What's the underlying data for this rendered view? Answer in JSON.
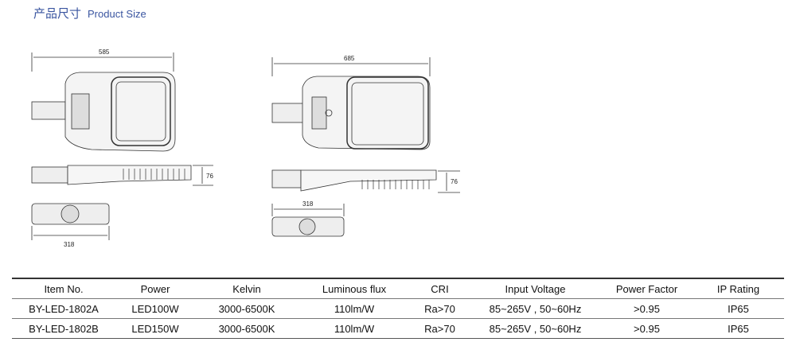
{
  "header": {
    "title_zh": "产品尺寸",
    "title_en": "Product Size"
  },
  "drawings": {
    "model_a": {
      "length": "585",
      "height": "76",
      "width": "318"
    },
    "model_b": {
      "length": "685",
      "height": "76",
      "width": "318"
    }
  },
  "table": {
    "headers": [
      "Item No.",
      "Power",
      "Kelvin",
      "Luminous flux",
      "CRI",
      "Input Voltage",
      "Power Factor",
      "IP Rating"
    ],
    "rows": [
      [
        "BY-LED-1802A",
        "LED100W",
        "3000-6500K",
        "110lm/W",
        "Ra>70",
        "85~265V , 50~60Hz",
        ">0.95",
        "IP65"
      ],
      [
        "BY-LED-1802B",
        "LED150W",
        "3000-6500K",
        "110lm/W",
        "Ra>70",
        "85~265V , 50~60Hz",
        ">0.95",
        "IP65"
      ]
    ]
  }
}
